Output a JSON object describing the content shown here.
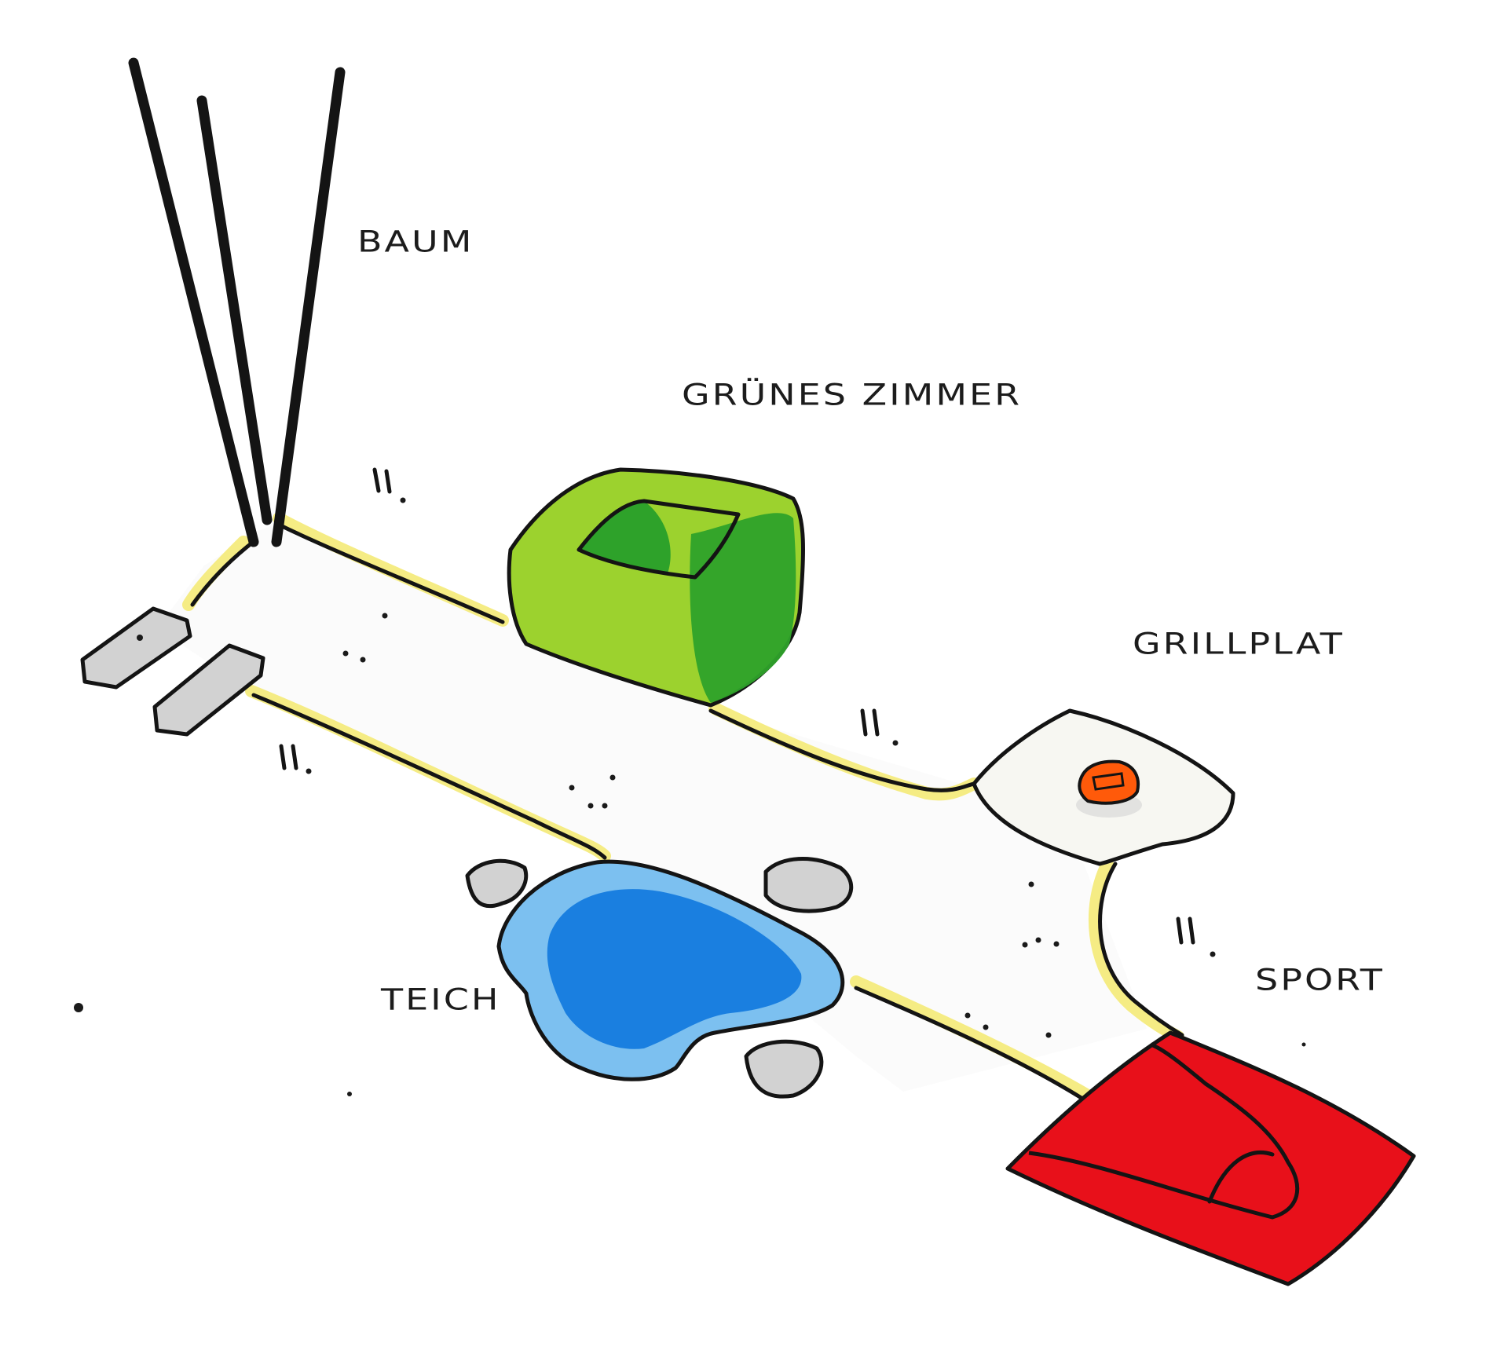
{
  "labels": {
    "baum": "BAUM",
    "gruenes_zimmer": "GRÜNES ZIMMER",
    "grillplatz": "GRILLPLAT",
    "teich": "TEICH",
    "sport": "SPORT"
  },
  "colors": {
    "ink": "#141414",
    "path_edge": "#f5ec84",
    "green_light": "#9cd22e",
    "green_dark": "#2ea22a",
    "pond_blue": "#1a7fe0",
    "pond_light": "#7cc0f0",
    "sport_red": "#e8101a",
    "grill_orange": "#ff5a0a",
    "stone_grey": "#d2d2d2"
  },
  "icons": [
    "tree-icon",
    "green-room-block",
    "pond-shape",
    "grill-icon",
    "sport-field",
    "stepping-stone"
  ]
}
